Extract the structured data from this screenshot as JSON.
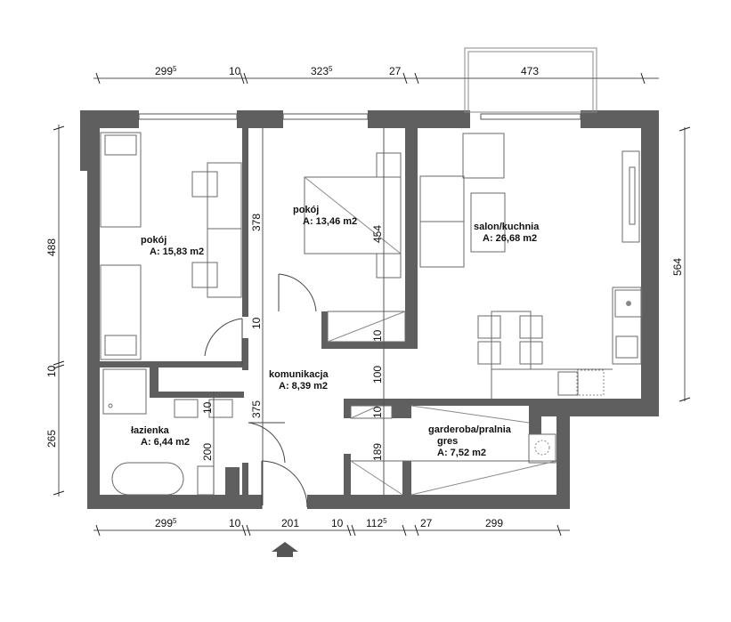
{
  "plan": {
    "colors": {
      "wall": "#5f5f5f",
      "background": "#ffffff",
      "text": "#111111"
    },
    "rooms": [
      {
        "name": "pokój",
        "area": "A: 15,83 m2"
      },
      {
        "name": "pokój",
        "area": "A: 13,46 m2"
      },
      {
        "name": "salon/kuchnia",
        "area": "A: 26,68 m2"
      },
      {
        "name": "komunikacja",
        "area": "A: 8,39 m2"
      },
      {
        "name": "łazienka",
        "area": "A: 6,44 m2"
      },
      {
        "name": "garderoba/pralnia",
        "sub": "gres",
        "area": "A: 7,52 m2"
      }
    ],
    "dimensions": {
      "top": [
        {
          "value": "299",
          "sup": "5"
        },
        {
          "value": "10"
        },
        {
          "value": "323",
          "sup": "5"
        },
        {
          "value": "27"
        },
        {
          "value": "473"
        }
      ],
      "bottom": [
        {
          "value": "299",
          "sup": "5"
        },
        {
          "value": "10"
        },
        {
          "value": "201"
        },
        {
          "value": "10"
        },
        {
          "value": "112",
          "sup": "5"
        },
        {
          "value": "27"
        },
        {
          "value": "299"
        }
      ],
      "left": [
        "488",
        "10",
        "265"
      ],
      "right": [
        "564"
      ],
      "internal": [
        "378",
        "10",
        "454",
        "10",
        "100",
        "10",
        "189",
        "375",
        "10",
        "200"
      ]
    },
    "entrance_icon": "entrance-arrow-icon"
  }
}
